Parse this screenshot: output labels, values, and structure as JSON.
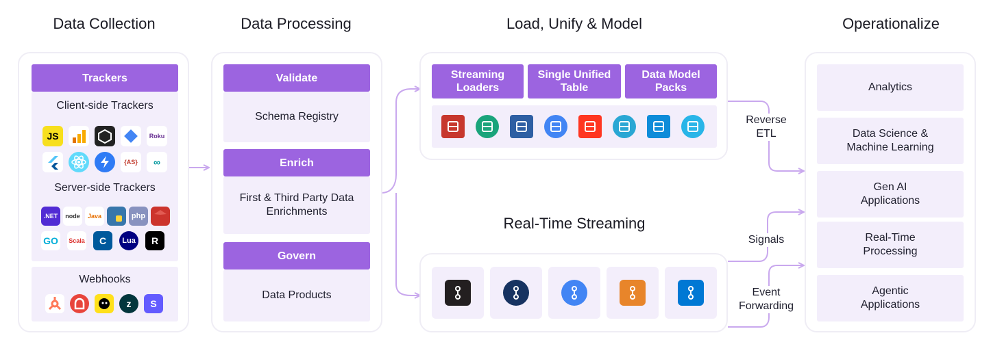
{
  "columns": {
    "collection": "Data Collection",
    "processing": "Data Processing",
    "load": "Load, Unify & Model",
    "operationalize": "Operationalize"
  },
  "collection": {
    "trackers_header": "Trackers",
    "client_label": "Client-side Trackers",
    "server_label": "Server-side Trackers",
    "webhooks_label": "Webhooks",
    "client_icons_row1": [
      {
        "name": "javascript-icon",
        "text": "JS",
        "bg": "#f7df1e",
        "fg": "#000000"
      },
      {
        "name": "google-analytics-icon",
        "text": "",
        "bg": "#ffffff",
        "fg": "#f9ab00"
      },
      {
        "name": "unity-icon",
        "text": "",
        "bg": "#222222",
        "fg": "#ffffff"
      },
      {
        "name": "google-tag-manager-icon",
        "text": "",
        "bg": "#ffffff",
        "fg": "#4285f4"
      },
      {
        "name": "roku-icon",
        "text": "Roku",
        "bg": "#ffffff",
        "fg": "#662d91"
      }
    ],
    "client_icons_row2": [
      {
        "name": "flutter-icon",
        "text": "",
        "bg": "#ffffff",
        "fg": "#02569b"
      },
      {
        "name": "react-icon",
        "text": "",
        "bg": "#61dafb",
        "fg": "#ffffff"
      },
      {
        "name": "lightning-icon",
        "text": "",
        "bg": "#2f7bf5",
        "fg": "#ffffff"
      },
      {
        "name": "actionscript-icon",
        "text": "{AS}",
        "bg": "#ffffff",
        "fg": "#c0392b"
      },
      {
        "name": "arduino-icon",
        "text": "∞",
        "bg": "#ffffff",
        "fg": "#00979d"
      }
    ],
    "server_icons_row1": [
      {
        "name": "dotnet-icon",
        "text": ".NET",
        "bg": "#512bd4",
        "fg": "#ffffff"
      },
      {
        "name": "nodejs-icon",
        "text": "node",
        "bg": "#ffffff",
        "fg": "#333333"
      },
      {
        "name": "java-icon",
        "text": "Java",
        "bg": "#ffffff",
        "fg": "#e76f00"
      },
      {
        "name": "python-icon",
        "text": "",
        "bg": "#3776ab",
        "fg": "#ffd43b"
      },
      {
        "name": "php-icon",
        "text": "php",
        "bg": "#8892bf",
        "fg": "#ffffff"
      },
      {
        "name": "ruby-icon",
        "text": "",
        "bg": "#cc342d",
        "fg": "#ffffff"
      }
    ],
    "server_icons_row2": [
      {
        "name": "go-icon",
        "text": "GO",
        "bg": "#ffffff",
        "fg": "#00add8"
      },
      {
        "name": "scala-icon",
        "text": "Scala",
        "bg": "#ffffff",
        "fg": "#dc322f"
      },
      {
        "name": "cpp-icon",
        "text": "C",
        "bg": "#00599c",
        "fg": "#ffffff"
      },
      {
        "name": "lua-icon",
        "text": "Lua",
        "bg": "#000080",
        "fg": "#ffffff"
      },
      {
        "name": "rust-icon",
        "text": "R",
        "bg": "#000000",
        "fg": "#ffffff"
      }
    ],
    "webhook_icons": [
      {
        "name": "hubspot-icon",
        "text": "",
        "bg": "#ffffff",
        "fg": "#ff7a59"
      },
      {
        "name": "pagerduty-icon",
        "text": "",
        "bg": "#e8453c",
        "fg": "#ffffff"
      },
      {
        "name": "mailchimp-icon",
        "text": "",
        "bg": "#ffe01b",
        "fg": "#000000"
      },
      {
        "name": "zendesk-icon",
        "text": "z",
        "bg": "#03363d",
        "fg": "#ffffff"
      },
      {
        "name": "stripe-icon",
        "text": "S",
        "bg": "#635bff",
        "fg": "#ffffff"
      }
    ]
  },
  "processing": {
    "validate_header": "Validate",
    "validate_body": "Schema Registry",
    "enrich_header": "Enrich",
    "enrich_body": "First & Third Party Data Enrichments",
    "govern_header": "Govern",
    "govern_body": "Data Products"
  },
  "load": {
    "streaming_loaders": "Streaming Loaders",
    "single_unified_table": "Single Unified Table",
    "data_model_packs": "Data Model Packs",
    "warehouse_icons": [
      {
        "name": "amazon-redshift-icon",
        "bg": "#c7372d"
      },
      {
        "name": "microsoft-fabric-icon",
        "bg": "#1aa47b"
      },
      {
        "name": "amazon-redshift-cluster-icon",
        "bg": "#2e5fa3"
      },
      {
        "name": "google-bigquery-icon",
        "bg": "#4285f4"
      },
      {
        "name": "databricks-icon",
        "bg": "#ff3621"
      },
      {
        "name": "dremio-icon",
        "bg": "#2aa7d4"
      },
      {
        "name": "azure-synapse-icon",
        "bg": "#0e8cd9"
      },
      {
        "name": "snowflake-icon",
        "bg": "#29b5e8"
      }
    ]
  },
  "streaming": {
    "title": "Real-Time Streaming",
    "tiles": [
      {
        "name": "apache-kafka-icon",
        "bg": "#231f20"
      },
      {
        "name": "confluent-icon",
        "bg": "#173361"
      },
      {
        "name": "google-pubsub-icon",
        "bg": "#4285f4"
      },
      {
        "name": "amazon-kinesis-icon",
        "bg": "#e8852a"
      },
      {
        "name": "azure-event-hubs-icon",
        "bg": "#0078d4"
      }
    ]
  },
  "flows": {
    "reverse_etl": "Reverse ETL",
    "signals": "Signals",
    "event_forwarding": "Event Forwarding"
  },
  "operationalize": {
    "items": [
      "Analytics",
      "Data Science & Machine Learning",
      "Gen AI Applications",
      "Real-Time Processing",
      "Agentic Applications"
    ]
  },
  "colors": {
    "accent": "#9c64e0",
    "lavender": "#f3eefb",
    "arrow": "#c9a8ee",
    "panel_border": "#efedf5"
  }
}
